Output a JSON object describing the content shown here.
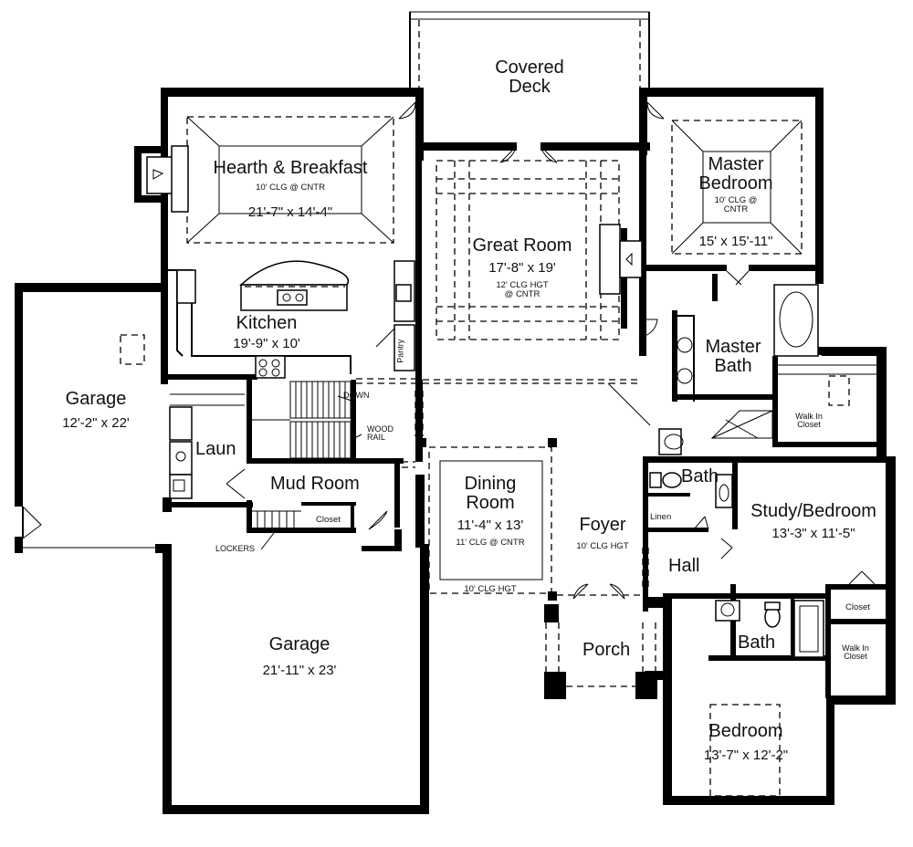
{
  "rooms": {
    "covered_deck": {
      "name_line1": "Covered",
      "name_line2": "Deck"
    },
    "hearth_breakfast": {
      "name": "Hearth & Breakfast",
      "note": "10' CLG @ CNTR",
      "dims": "21'-7\" x 14'-4\""
    },
    "great_room": {
      "name": "Great Room",
      "dims": "17'-8\" x 19'",
      "note_line1": "12' CLG HGT",
      "note_line2": "@ CNTR"
    },
    "master_bedroom": {
      "name_line1": "Master",
      "name_line2": "Bedroom",
      "note_line1": "10' CLG @",
      "note_line2": "CNTR",
      "dims": "15' x 15'-11\""
    },
    "kitchen": {
      "name": "Kitchen",
      "dims": "19'-9\" x 10'"
    },
    "pantry": {
      "name": "Pantry"
    },
    "master_bath": {
      "name_line1": "Master",
      "name_line2": "Bath"
    },
    "master_walk_in_closet": {
      "name_line1": "Walk In",
      "name_line2": "Closet"
    },
    "garage_small": {
      "name": "Garage",
      "dims": "12'-2\" x 22'"
    },
    "laundry": {
      "name": "Laun"
    },
    "mud_room": {
      "name": "Mud Room"
    },
    "mud_closet": {
      "name": "Closet"
    },
    "dining_room": {
      "name_line1": "Dining",
      "name_line2": "Room",
      "dims": "11'-4\" x 13'",
      "note": "11' CLG @ CNTR",
      "note_bottom": "10' CLG HGT"
    },
    "foyer": {
      "name": "Foyer",
      "note": "10' CLG HGT"
    },
    "bath_upper": {
      "name": "Bath"
    },
    "linen": {
      "name": "Linen"
    },
    "hall": {
      "name": "Hall"
    },
    "study_bedroom": {
      "name": "Study/Bedroom",
      "dims": "13'-3\" x 11'-5\""
    },
    "study_closet": {
      "name": "Closet"
    },
    "bath_lower": {
      "name": "Bath"
    },
    "walk_in_closet": {
      "name_line1": "Walk In",
      "name_line2": "Closet"
    },
    "porch": {
      "name": "Porch"
    },
    "garage_large": {
      "name": "Garage",
      "dims": "21'-11\" x 23'"
    },
    "bedroom": {
      "name": "Bedroom",
      "dims": "13'-7\" x 12'-2\""
    }
  },
  "annotations": {
    "down": "DOWN",
    "wood_rail_line1": "WOOD",
    "wood_rail_line2": "RAIL",
    "lockers": "LOCKERS"
  }
}
